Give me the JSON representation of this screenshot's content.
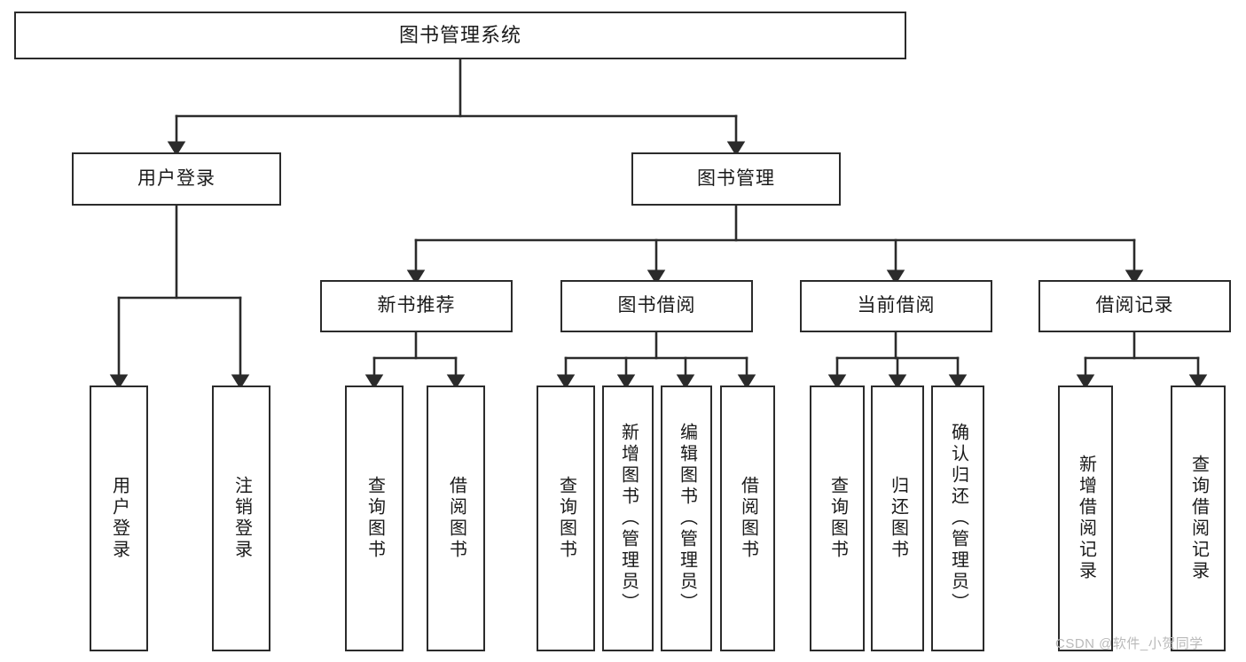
{
  "diagram": {
    "type": "hierarchy-tree",
    "title": "图书管理系统",
    "orientation": "top-down",
    "colors": {
      "box_border": "#2b2b2b",
      "box_fill": "#ffffff",
      "connector": "#2b2b2b",
      "text": "#1a1a1a",
      "watermark": "#b9b9b9"
    },
    "nodes": {
      "root": {
        "label": "图书管理系统"
      },
      "level2": [
        {
          "id": "user-login",
          "label": "用户登录"
        },
        {
          "id": "book-management",
          "label": "图书管理"
        }
      ],
      "level3": [
        {
          "id": "new-book-recommend",
          "label": "新书推荐",
          "parent": "book-management"
        },
        {
          "id": "book-borrow",
          "label": "图书借阅",
          "parent": "book-management"
        },
        {
          "id": "current-borrow",
          "label": "当前借阅",
          "parent": "book-management"
        },
        {
          "id": "borrow-record",
          "label": "借阅记录",
          "parent": "book-management"
        }
      ],
      "leaves": [
        {
          "id": "leaf-user-login",
          "label": "用户登录",
          "parent": "user-login"
        },
        {
          "id": "leaf-user-logout",
          "label": "注销登录",
          "parent": "user-login"
        },
        {
          "id": "leaf-query-book-1",
          "label": "查询图书",
          "parent": "new-book-recommend"
        },
        {
          "id": "leaf-borrow-book-1",
          "label": "借阅图书",
          "parent": "new-book-recommend"
        },
        {
          "id": "leaf-query-book-2",
          "label": "查询图书",
          "parent": "book-borrow"
        },
        {
          "id": "leaf-add-book",
          "label": "新增图书（管理员）",
          "parent": "book-borrow"
        },
        {
          "id": "leaf-edit-book",
          "label": "编辑图书（管理员）",
          "parent": "book-borrow"
        },
        {
          "id": "leaf-borrow-book-2",
          "label": "借阅图书",
          "parent": "book-borrow"
        },
        {
          "id": "leaf-query-book-3",
          "label": "查询图书",
          "parent": "current-borrow"
        },
        {
          "id": "leaf-return-book",
          "label": "归还图书",
          "parent": "current-borrow"
        },
        {
          "id": "leaf-confirm-return",
          "label": "确认归还（管理员）",
          "parent": "current-borrow"
        },
        {
          "id": "leaf-add-record",
          "label": "新增借阅记录",
          "parent": "borrow-record"
        },
        {
          "id": "leaf-query-record",
          "label": "查询借阅记录",
          "parent": "borrow-record"
        }
      ]
    },
    "watermark": "CSDN @软件_小贺同学"
  }
}
